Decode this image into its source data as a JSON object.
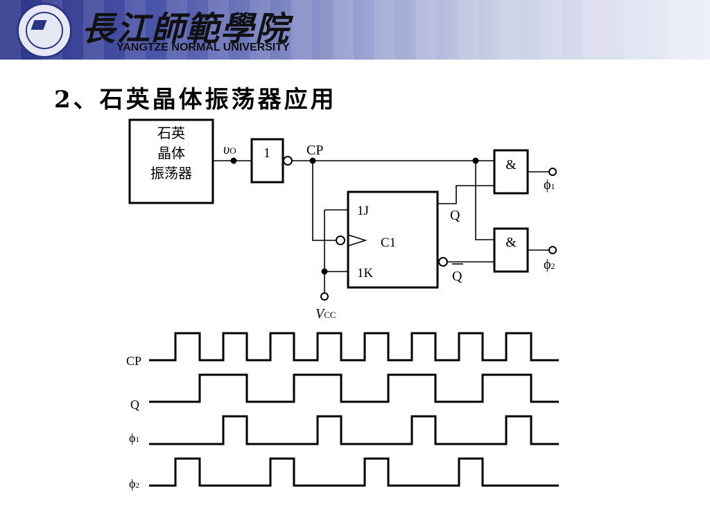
{
  "header": {
    "university_cn": "長江師範學院",
    "university_en": "YANGTZE NORMAL UNIVERSITY"
  },
  "slide": {
    "title": "2、石英晶体振荡器应用"
  },
  "circuit": {
    "oscillator_lines": [
      "石英",
      "晶体",
      "振荡器"
    ],
    "output_label": "υ",
    "output_sub": "O",
    "inverter_label": "1",
    "clock_label": "CP",
    "ff_j": "1J",
    "ff_k": "1K",
    "ff_c": "C1",
    "q": "Q",
    "qbar": "Q",
    "and_label": "&",
    "phi": "ϕ",
    "phi1_sub": "1",
    "phi2_sub": "2",
    "vcc": "V",
    "vcc_sub": "CC"
  },
  "timing": {
    "signals": [
      {
        "label": "CP",
        "sub": ""
      },
      {
        "label": "Q",
        "sub": ""
      },
      {
        "label": "ϕ",
        "sub": "1"
      },
      {
        "label": "ϕ",
        "sub": "2"
      }
    ]
  }
}
